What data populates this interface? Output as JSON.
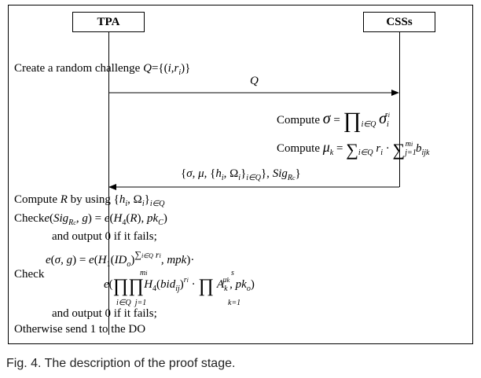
{
  "figure": {
    "actors": {
      "left": "TPA",
      "right": "CSSs"
    },
    "caption": "Fig. 4. The description of the proof stage.",
    "messages": {
      "challenge_label": "Q",
      "response_label": "{σ, μ, {hi, Ωi}i∈Q}, SigRc}"
    },
    "steps": {
      "create_challenge": "Create a random challenge Q={(i,ri)}",
      "compute_sigma": "Compute σ = ∏i∈Q σi^ri",
      "compute_mu": "Compute μk = Σi∈Q ri · Σj=1..mi bijk",
      "compute_r": "Compute R by using {hi, Ωi}i∈Q",
      "check_sig": "Check e(SigRc, g) = e(H4(R), pkc)",
      "output_zero_1": "and output 0 if it fails;",
      "pairing_eq": "e(σ, g) = e(H1(IDo)^Σi∈Q ri, mpk)·",
      "check_label": "Check",
      "product_eq": "e(∏i∈Q ∏j=1..mi H4(bidij)^ri · ∏k=1..s Ak^μk, pko)",
      "output_zero_2": "and output 0 if it fails;",
      "otherwise": "Otherwise send 1 to the DO"
    }
  }
}
